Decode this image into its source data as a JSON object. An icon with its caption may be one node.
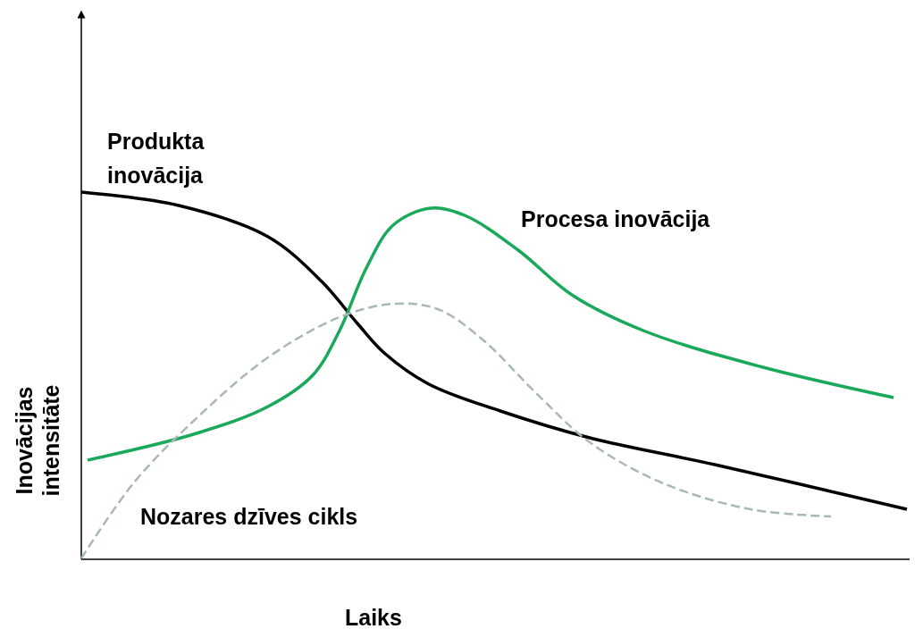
{
  "diagram": {
    "labels": [
      "Produkta inovācija",
      "Procesa inovācija",
      "Inovācijas intensitāte",
      "Nozares dzīves cikls",
      "Laiks"
    ]
  }
}
